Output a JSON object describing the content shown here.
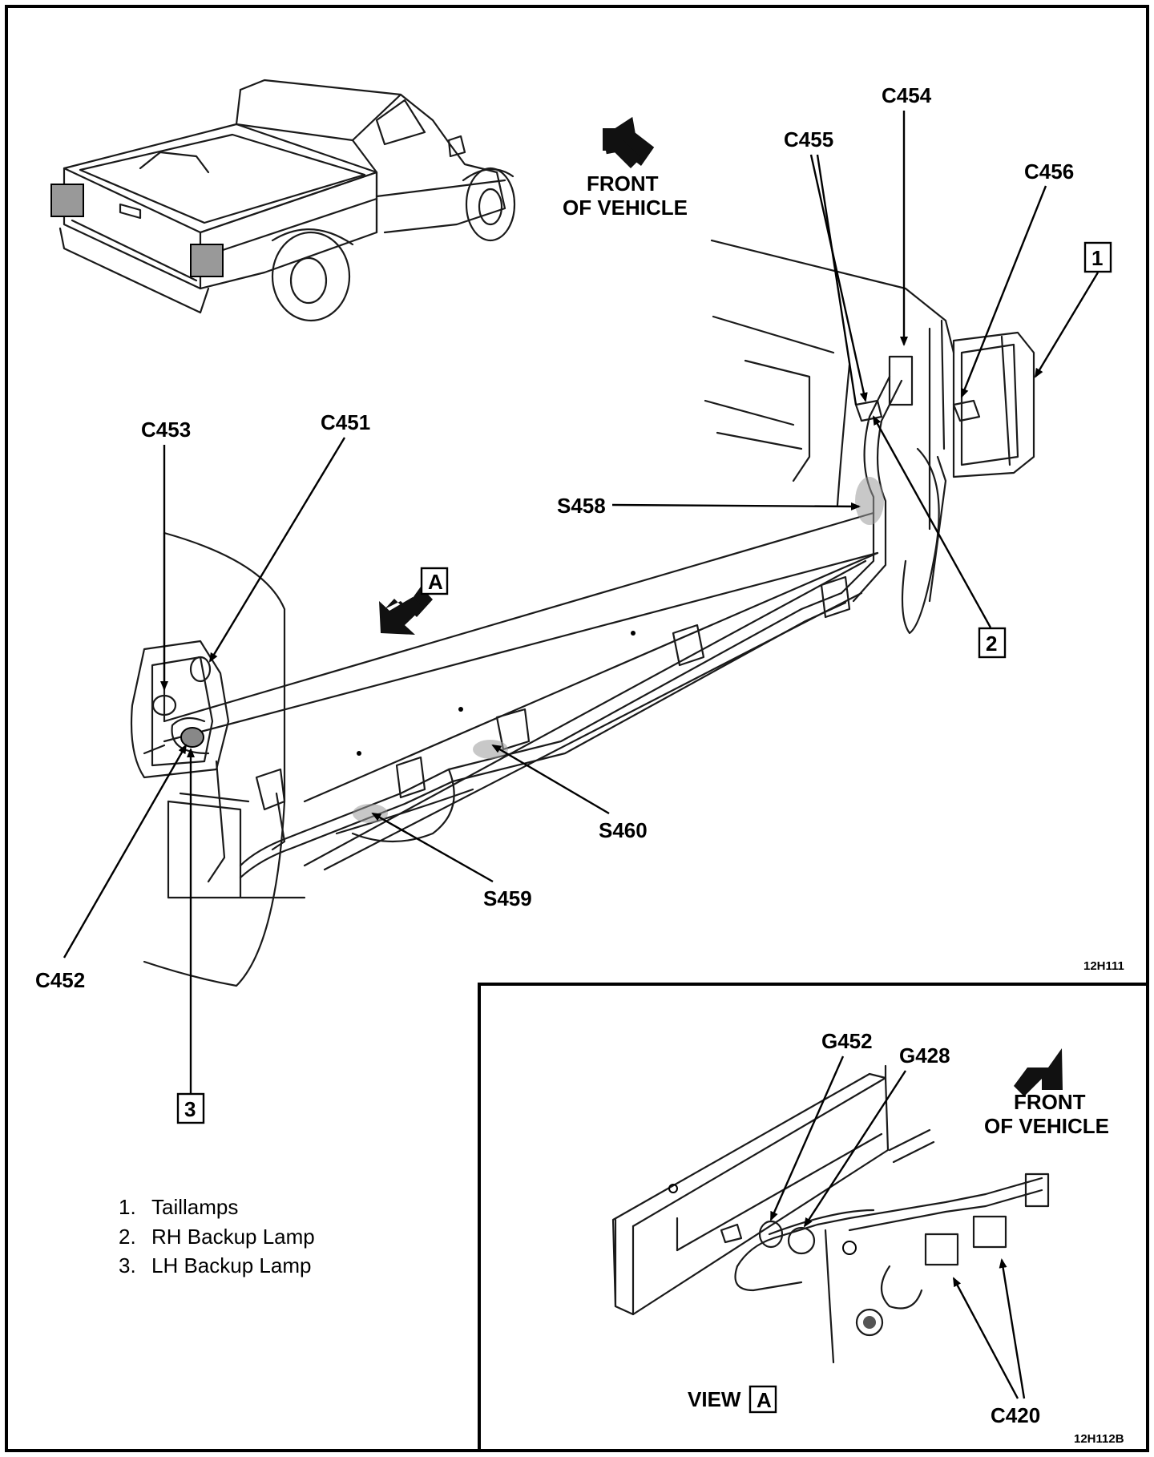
{
  "main_view": {
    "front_label_line1": "FRONT",
    "front_label_line2": "OF VEHICLE",
    "view_marker": "A",
    "figure_code": "12H111",
    "callouts": {
      "c454": "C454",
      "c455": "C455",
      "c456": "C456",
      "c453": "C453",
      "c451": "C451",
      "s458": "S458",
      "s460": "S460",
      "s459": "S459",
      "c452": "C452",
      "item1": "1",
      "item2": "2",
      "item3": "3"
    }
  },
  "legend": {
    "items": [
      {
        "number": "1.",
        "text": "Taillamps"
      },
      {
        "number": "2.",
        "text": "RH Backup Lamp"
      },
      {
        "number": "3.",
        "text": "LH Backup Lamp"
      }
    ]
  },
  "inset_view": {
    "front_label_line1": "FRONT",
    "front_label_line2": "OF VEHICLE",
    "view_label": "VIEW",
    "view_marker": "A",
    "figure_code": "12H112B",
    "callouts": {
      "g452": "G452",
      "g428": "G428",
      "c420": "C420"
    }
  }
}
